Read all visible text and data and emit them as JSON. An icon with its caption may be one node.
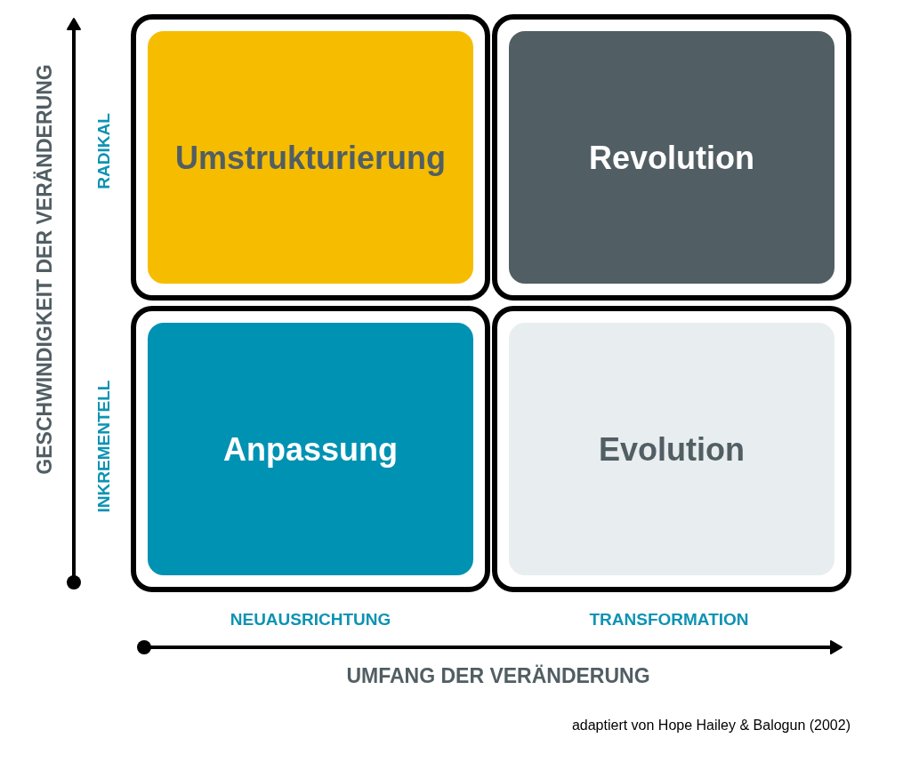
{
  "diagram": {
    "caption": "adaptiert von Hope Hailey & Balogun (2002)",
    "nodes": [
      {
        "text": [
          "Umstrukturierung"
        ]
      },
      {
        "text": [
          "Revolution"
        ]
      },
      {
        "text": [
          "Anpassung"
        ]
      },
      {
        "text": [
          "Evolution"
        ]
      }
    ],
    "labels": [
      "GESCHWINDIGKEIT DER VERÄNDERUNG",
      "RADIKAL",
      "INKREMENTELL",
      "NEUAUSRICHTUNG",
      "TRANSFORMATION",
      "UMFANG DER VERÄNDERUNG"
    ]
  }
}
